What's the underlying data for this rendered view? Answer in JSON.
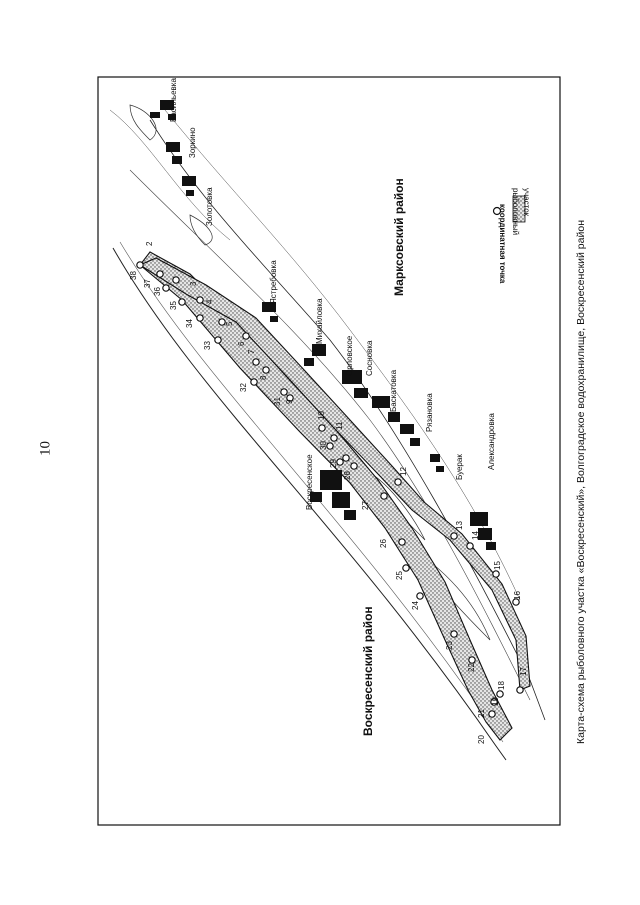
{
  "page": {
    "number": "10"
  },
  "caption": "Карта-схема рыболовного участка «Воскресенский», Волгоградское водохранилище, Воскресенский район",
  "legend": {
    "point_label": "координатная точка",
    "area_label_line1": "рыболовный",
    "area_label_line2": "участок"
  },
  "districts": {
    "left": "Воскресенский район",
    "right": "Марксовский район"
  },
  "settlements": [
    "Васильевка",
    "Зоркино",
    "Золотовка",
    "Ястребовка",
    "Михайловка",
    "Орловское",
    "Сосновка",
    "Баскатовка",
    "Рязановка",
    "Воскресенское",
    "Буерак",
    "Александровка"
  ],
  "point_numbers": [
    "2",
    "3",
    "4",
    "5",
    "6",
    "7",
    "8",
    "9",
    "10",
    "11",
    "12",
    "13",
    "14",
    "15",
    "16",
    "17",
    "18",
    "19",
    "20",
    "21",
    "22",
    "23",
    "24",
    "25",
    "26",
    "27",
    "28",
    "29",
    "30",
    "31",
    "32",
    "33",
    "34",
    "35",
    "36",
    "37",
    "38"
  ],
  "colors": {
    "ink": "#111111",
    "zone_fill": "#dcdcdc"
  }
}
